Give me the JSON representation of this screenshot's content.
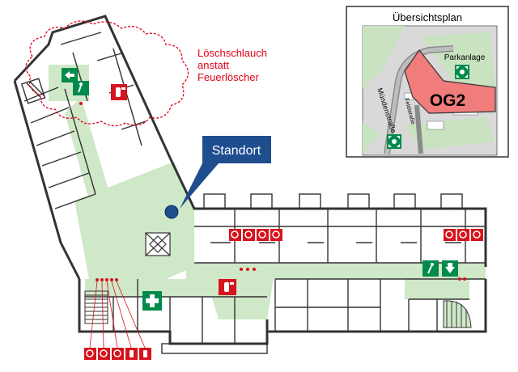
{
  "annotation": {
    "line1": "Löschschlauch",
    "line2": "anstatt",
    "line3": "Feuerlöscher",
    "color": "#e3001b"
  },
  "callout": {
    "label": "Standort",
    "color": "#1f4e8f"
  },
  "overview": {
    "title": "Übersichtsplan",
    "park_label": "Parkanlage",
    "floor_label": "OG2",
    "street_left": "Mündenstraße",
    "street_right": "Feldstraße",
    "building_color": "#f07c7c"
  },
  "colors": {
    "floor_green": "#cfe8c8",
    "wall": "#333333",
    "safety_green": "#008a4c",
    "fire_red": "#d6141e"
  }
}
